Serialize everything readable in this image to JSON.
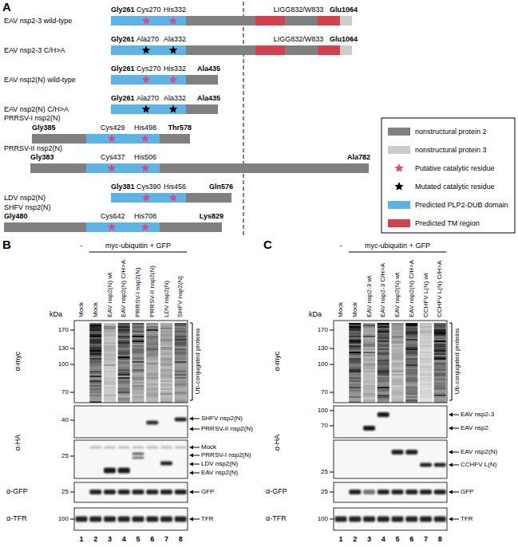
{
  "diagram": {
    "labels": [
      "A",
      "EAV nsp2-3 wild-type",
      "Gly261",
      "Cys270",
      "His332",
      "LIGG832/W833",
      "Glu1064",
      "EAV nsp2-3 C/H>A",
      "Gly261",
      "Ala270",
      "Ala332",
      "LIGG832/W833",
      "Glu1064",
      "EAV nsp2(N) wild-type",
      "Gly261",
      "Cys270",
      "His332",
      "Ala435",
      "EAV nsp2(N) C/H>A",
      "Gly261",
      "Ala270",
      "Ala332",
      "Ala435",
      "PRRSV-I nsp2(N)",
      "Gly385",
      "Cys429",
      "His498",
      "Thr578",
      "PRRSV-II nsp2(N)",
      "Gly383",
      "Cys437",
      "His506",
      "Ala782",
      "LDV nsp2(N)",
      "Gly381",
      "Cys390",
      "His456",
      "Gln576",
      "SHFV nsp2(N)",
      "Gly480",
      "Cys642",
      "His708",
      "Lys829",
      "B",
      "-",
      "myc-ubiquitin + GFP",
      "Mock",
      "Mock",
      "EAV nsp2(N) wt",
      "EAV nsp2(N) C/H>A",
      "PRRSV-I nsp2(N)",
      "PRRSV-II nsp2(N)",
      "LDV nsp2(N)",
      "SHFV nsp2(N)",
      "kDa",
      "α-myc",
      "α-HA",
      "α-GFP",
      "α-TFR",
      "170",
      "130",
      "100",
      "70",
      "40",
      "25",
      "25",
      "100",
      "Ub-conjugated proteins",
      "SHFV nsp2(N)",
      "PRRSV-II nsp2(N)",
      "Mock",
      "PRRSV-I nsp2(N)",
      "LDV nsp2(N)",
      "EAV nsp2(N)",
      "GFP",
      "TFR",
      "1",
      "2",
      "3",
      "4",
      "5",
      "6",
      "7",
      "8",
      "C",
      "-",
      "myc-ubiquitin + GFP",
      "Mock",
      "Mock",
      "EAV nsp2-3 wt",
      "EAV nsp2-3 C/H>A",
      "EAV nsp2(N) wt",
      "EAV nsp2(N) C/H>A",
      "CCHFV L(N) wt",
      "CCHFV L(N) C/H>A",
      "kDa",
      "α-myc",
      "α-HA",
      "α-GFP",
      "α-TFR",
      "170",
      "130",
      "100",
      "70",
      "100",
      "70",
      "25",
      "25",
      "100",
      "Ub-conjugated proteins",
      "EAV nsp2-3",
      "EAV nsp2",
      "EAV nsp2(N)",
      "CCHFV L(N)",
      "GFP",
      "TFR",
      "1",
      "2",
      "3",
      "4",
      "5",
      "6",
      "7",
      "8"
    ],
    "legend": [
      {
        "text": "nonstructural protein 2",
        "color": "#808080"
      },
      {
        "text": "nonstructural protein 3",
        "color": "#cccccc"
      },
      {
        "text": "Putative catalytic residue"
      },
      {
        "text": "Mutated catalytic residue"
      },
      {
        "text": "Predicted PLP2-DUB domain",
        "color": "#5bb4e5"
      },
      {
        "text": "Predicted TM region",
        "color": "#d6404c"
      }
    ]
  }
}
